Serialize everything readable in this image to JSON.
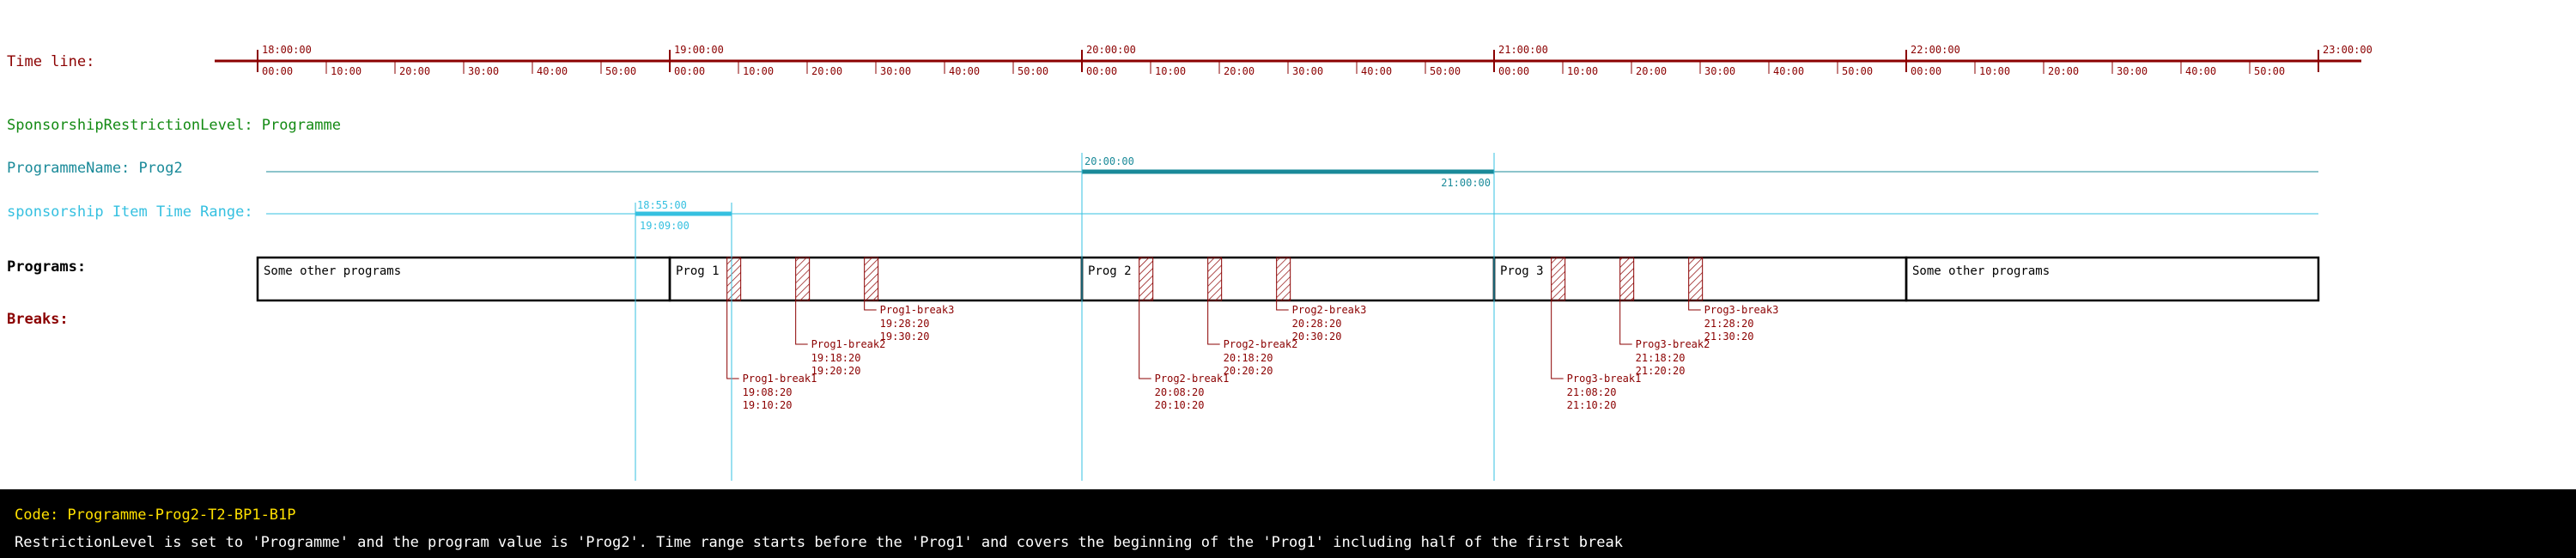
{
  "colors": {
    "timeline": "#8b0000",
    "restriction": "#138a13",
    "programme": "#1a8a99",
    "sponsorship": "#35c0e0",
    "programs": "#000000",
    "breaks": "#8b0000",
    "footer_code": "#ffe000",
    "footer_text": "#ffffff"
  },
  "labels": {
    "timeline": "Time line:",
    "restriction_level": "SponsorshipRestrictionLevel: Programme",
    "programme_name": "ProgrammeName: Prog2",
    "sponsorship_range": "sponsorship Item Time Range:",
    "programs": "Programs:",
    "breaks": "Breaks:"
  },
  "timeline": {
    "hours": [
      "18:00:00",
      "19:00:00",
      "20:00:00",
      "21:00:00",
      "22:00:00",
      "23:00:00"
    ],
    "minute_ticks": [
      "00:00",
      "10:00",
      "20:00",
      "30:00",
      "40:00",
      "50:00"
    ]
  },
  "programme_range": {
    "start": "20:00:00",
    "end": "21:00:00"
  },
  "sponsorship_range": {
    "start": "18:55:00",
    "end": "19:09:00"
  },
  "programs": [
    {
      "name": "Some other programs",
      "start": "18:00:00",
      "end": "19:00:00"
    },
    {
      "name": "Prog 1",
      "start": "19:00:00",
      "end": "20:00:00"
    },
    {
      "name": "Prog 2",
      "start": "20:00:00",
      "end": "21:00:00"
    },
    {
      "name": "Prog 3",
      "start": "21:00:00",
      "end": "22:00:00"
    },
    {
      "name": "Some other programs",
      "start": "22:00:00",
      "end": "23:00:00"
    }
  ],
  "breaks": [
    {
      "name": "Prog1-break1",
      "start": "19:08:20",
      "end": "19:10:20"
    },
    {
      "name": "Prog1-break2",
      "start": "19:18:20",
      "end": "19:20:20"
    },
    {
      "name": "Prog1-break3",
      "start": "19:28:20",
      "end": "19:30:20"
    },
    {
      "name": "Prog2-break1",
      "start": "20:08:20",
      "end": "20:10:20"
    },
    {
      "name": "Prog2-break2",
      "start": "20:18:20",
      "end": "20:20:20"
    },
    {
      "name": "Prog2-break3",
      "start": "20:28:20",
      "end": "20:30:20"
    },
    {
      "name": "Prog3-break1",
      "start": "21:08:20",
      "end": "21:10:20"
    },
    {
      "name": "Prog3-break2",
      "start": "21:18:20",
      "end": "21:20:20"
    },
    {
      "name": "Prog3-break3",
      "start": "21:28:20",
      "end": "21:30:20"
    }
  ],
  "footer": {
    "code": "Code: Programme-Prog2-T2-BP1-B1P",
    "description": "RestrictionLevel is set to 'Programme' and the program value is 'Prog2'. Time range starts before the 'Prog1' and covers the beginning of the 'Prog1' including half of the first break"
  }
}
